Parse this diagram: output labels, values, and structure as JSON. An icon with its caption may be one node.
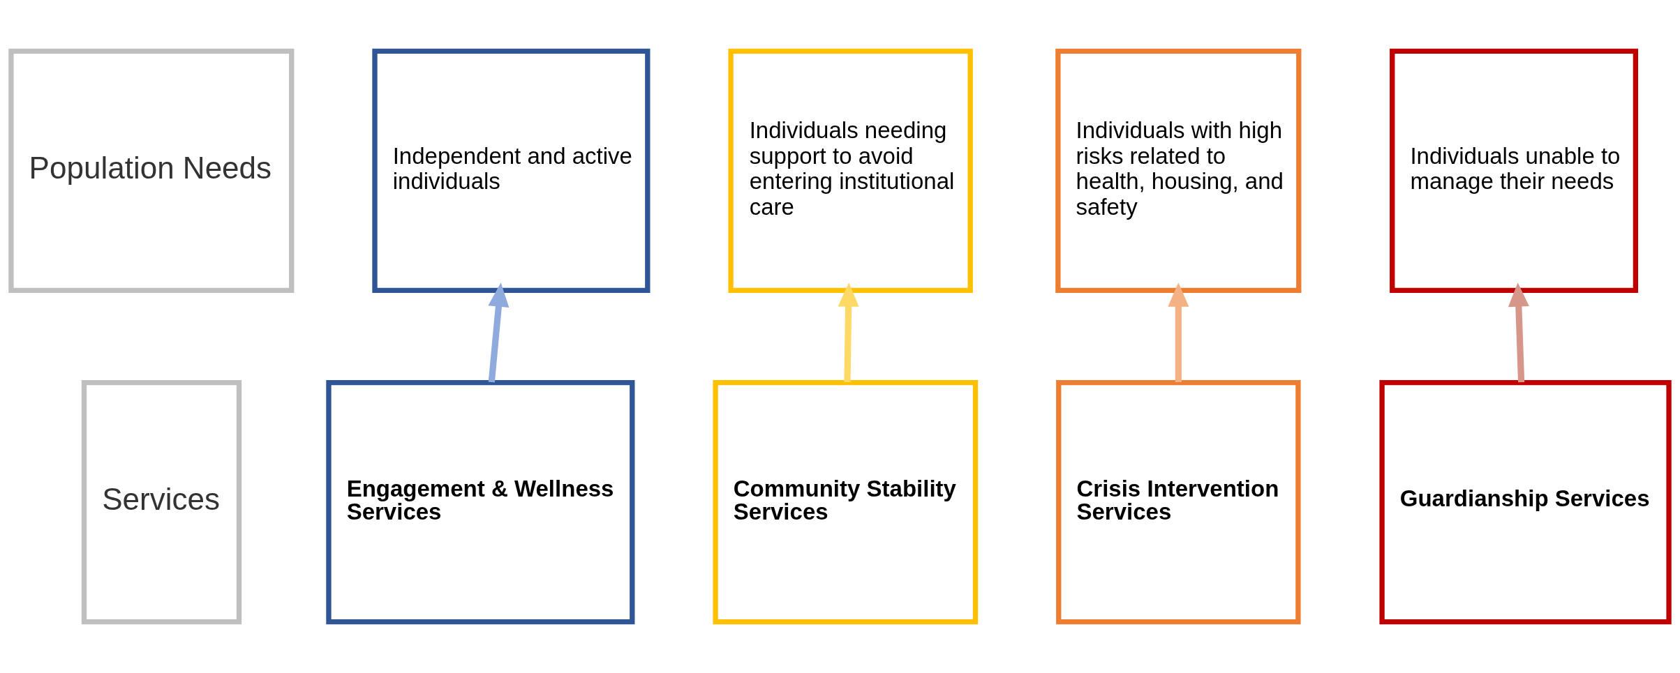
{
  "diagram": {
    "nodes": [
      {
        "text": [
          "Population Needs"
        ]
      },
      {
        "text": [
          "Independent and active individuals"
        ]
      },
      {
        "text": [
          "Individuals needing support to avoid entering institutional care"
        ]
      },
      {
        "text": [
          "Individuals with high risks related to health, housing, and safety"
        ]
      },
      {
        "text": [
          "Individuals unable to manage their needs"
        ]
      },
      {
        "text": [
          "Services"
        ]
      },
      {
        "text": [
          "Engagement & Wellness Services"
        ]
      },
      {
        "text": [
          "Community Stability Services"
        ]
      },
      {
        "text": [
          "Crisis Intervention Services"
        ]
      },
      {
        "text": [
          "Guardianship Services"
        ]
      }
    ],
    "edges": [
      {
        "from": 6,
        "to": 1,
        "arrow": "to",
        "color": "#8faadc"
      },
      {
        "from": 7,
        "to": 2,
        "arrow": "to",
        "color": "#ffd966"
      },
      {
        "from": 8,
        "to": 3,
        "arrow": "to",
        "color": "#f4b183"
      },
      {
        "from": 9,
        "to": 4,
        "arrow": "to",
        "color": "#d6978a"
      }
    ]
  }
}
